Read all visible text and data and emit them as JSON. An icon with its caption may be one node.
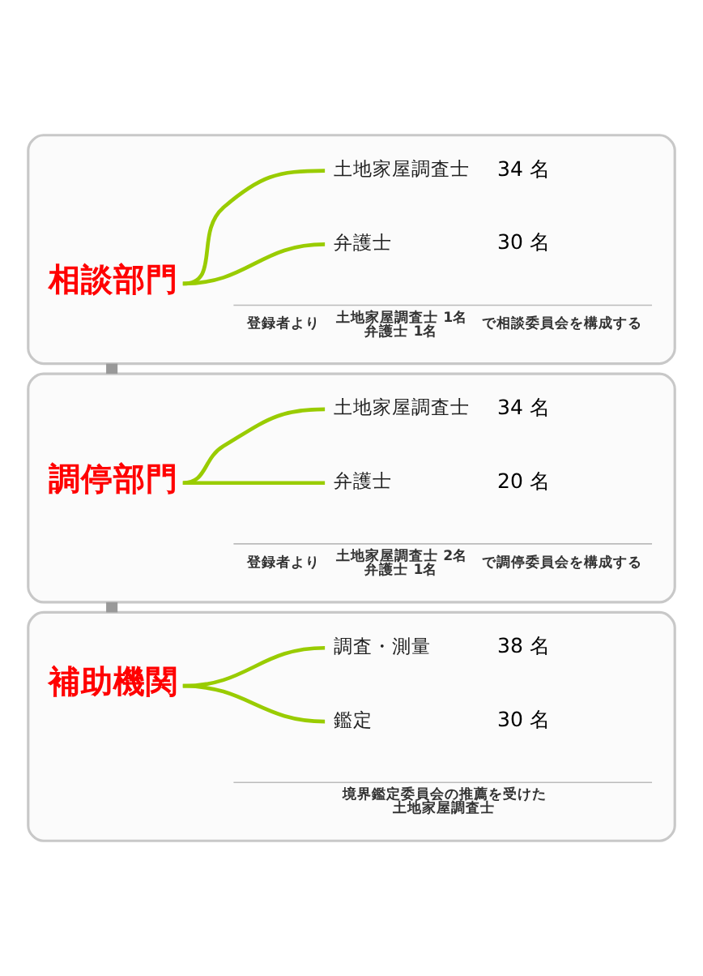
{
  "diagram": {
    "nodes": [
      {
        "text": [],
        "shape": "box"
      },
      {
        "text": [
          "相談部門"
        ],
        "in": 0
      },
      {
        "text": [
          "土地家屋調査士"
        ],
        "beside": [
          "34 名"
        ],
        "in": 0
      },
      {
        "text": [
          "弁護士"
        ],
        "beside": [
          "30 名"
        ],
        "in": 0
      },
      {
        "text": [],
        "shape": "box"
      },
      {
        "text": [
          "調停部門"
        ],
        "in": 4
      },
      {
        "text": [
          "土地家屋調査士"
        ],
        "beside": [
          "34 名"
        ],
        "in": 4
      },
      {
        "text": [
          "弁護士"
        ],
        "beside": [
          "20 名"
        ],
        "in": 4
      },
      {
        "text": [],
        "shape": "box"
      },
      {
        "text": [
          "補助機関"
        ],
        "in": 8
      },
      {
        "text": [
          "調査・測量"
        ],
        "beside": [
          "38 名"
        ],
        "in": 8
      },
      {
        "text": [
          "鑑定"
        ],
        "beside": [
          "30 名"
        ],
        "in": 8
      }
    ],
    "edges": [
      {
        "from": 1,
        "to": 2,
        "arrow": "none"
      },
      {
        "from": 1,
        "to": 3,
        "arrow": "none"
      },
      {
        "from": 5,
        "to": 6,
        "arrow": "none"
      },
      {
        "from": 5,
        "to": 7,
        "arrow": "none"
      },
      {
        "from": 9,
        "to": 10,
        "arrow": "none"
      },
      {
        "from": 9,
        "to": 11,
        "arrow": "none"
      },
      {
        "from": 0,
        "to": 4,
        "arrow": "none",
        "style": "thick",
        "color": "#999999"
      },
      {
        "from": 4,
        "to": 8,
        "arrow": "none",
        "style": "thick",
        "color": "#999999"
      }
    ],
    "labels": [
      "登録者より",
      "土地家屋調査士 1名",
      "弁護士 1名",
      "で相談委員会を構成する",
      "登録者より",
      "土地家屋調査士 2名",
      "弁護士 1名",
      "で調停委員会を構成する",
      "境界鑑定委員会の推薦を受けた土地家屋調査士"
    ]
  }
}
